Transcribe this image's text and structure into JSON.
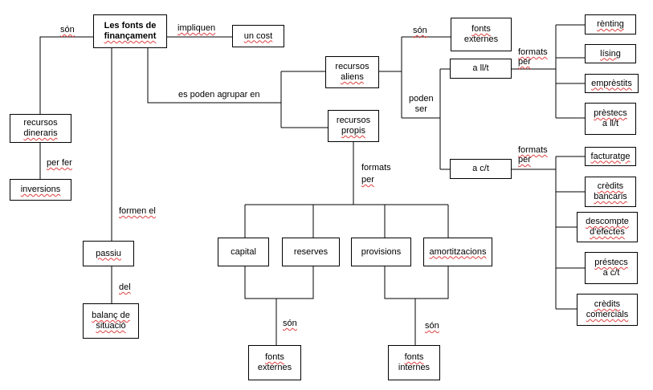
{
  "nodes": {
    "main": [
      "Les fonts de",
      "finançament"
    ],
    "cost": "un cost",
    "dineraris": [
      "recursos",
      "dineraris"
    ],
    "inversions": "inversions",
    "passiu": "passiu",
    "balanc": [
      "balanç de",
      "situació"
    ],
    "aliens": [
      "recursos",
      "aliens"
    ],
    "propis": [
      "recursos",
      "propis"
    ],
    "fonts_externes_top": [
      "fonts",
      "externes"
    ],
    "llt": "a ll/t",
    "ct": "a c/t",
    "renting": "rènting",
    "lising": "lísing",
    "emprestits": "emprèstits",
    "prestecs_llt": [
      "prèstecs",
      "a ll/t"
    ],
    "facturatge": "facturatge",
    "credits_bancaris": [
      "crèdits",
      "bancaris"
    ],
    "descompte": [
      "descompte",
      "d'efectes"
    ],
    "prestecs_ct": [
      "préstecs",
      "a c/t"
    ],
    "credits_comercials": [
      "crèdits",
      "comercials"
    ],
    "capital": "capital",
    "reserves": "reserves",
    "provisions": "provisions",
    "amortitzacions": "amortitzacions",
    "fonts_externes_bottom": [
      "fonts",
      "externes"
    ],
    "fonts_internes": [
      "fonts",
      "internes"
    ]
  },
  "links": {
    "son_left": "són",
    "impliquen": "impliquen",
    "agrupar": "es poden agrupar en",
    "per_fer": "per fer",
    "formen_el": "formen el",
    "del": "del",
    "son_top": "són",
    "poden_ser": [
      "poden",
      "ser"
    ],
    "formats_llt": [
      "formats",
      "per"
    ],
    "formats_ct": [
      "formats",
      "per"
    ],
    "formats_propis": [
      "formats",
      "per"
    ],
    "son_ext": "són",
    "son_int": "són"
  },
  "colors": {
    "line": "#000000",
    "spellcheck": "#e04040"
  }
}
